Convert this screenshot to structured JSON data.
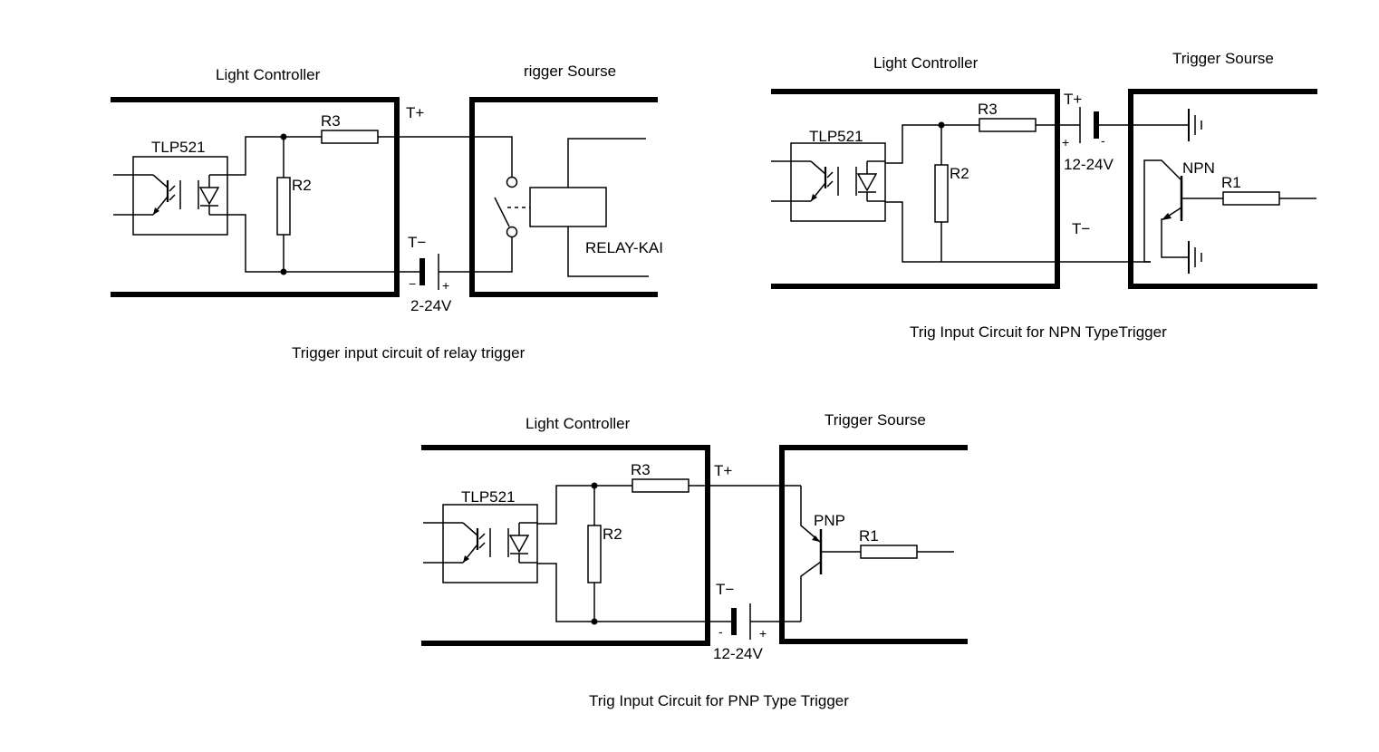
{
  "diagram1": {
    "left_box_title": "Light Controller",
    "right_box_title": "rigger Sourse",
    "optocoupler": "TLP521",
    "r3": "R3",
    "r2": "R2",
    "t_plus": "T+",
    "t_minus": "T−",
    "batt_minus": "−",
    "batt_plus": "+",
    "voltage": "2-24V",
    "relay": "RELAY-KAI",
    "caption": "Trigger input circuit of relay trigger"
  },
  "diagram2": {
    "left_box_title": "Light Controller",
    "right_box_title": "Trigger Sourse",
    "optocoupler": "TLP521",
    "r3": "R3",
    "r2": "R2",
    "r1": "R1",
    "t_plus": "T+",
    "t_minus": "T−",
    "batt_plus": "+",
    "batt_minus": "-",
    "voltage": "12-24V",
    "transistor": "NPN",
    "caption": "Trig Input Circuit for NPN TypeTrigger"
  },
  "diagram3": {
    "left_box_title": "Light Controller",
    "right_box_title": "Trigger Sourse",
    "optocoupler": "TLP521",
    "r3": "R3",
    "r2": "R2",
    "r1": "R1",
    "t_plus": "T+",
    "t_minus": "T−",
    "batt_minus": "-",
    "batt_plus": "+",
    "voltage": "12-24V",
    "transistor": "PNP",
    "caption": "Trig Input Circuit for PNP Type Trigger"
  }
}
